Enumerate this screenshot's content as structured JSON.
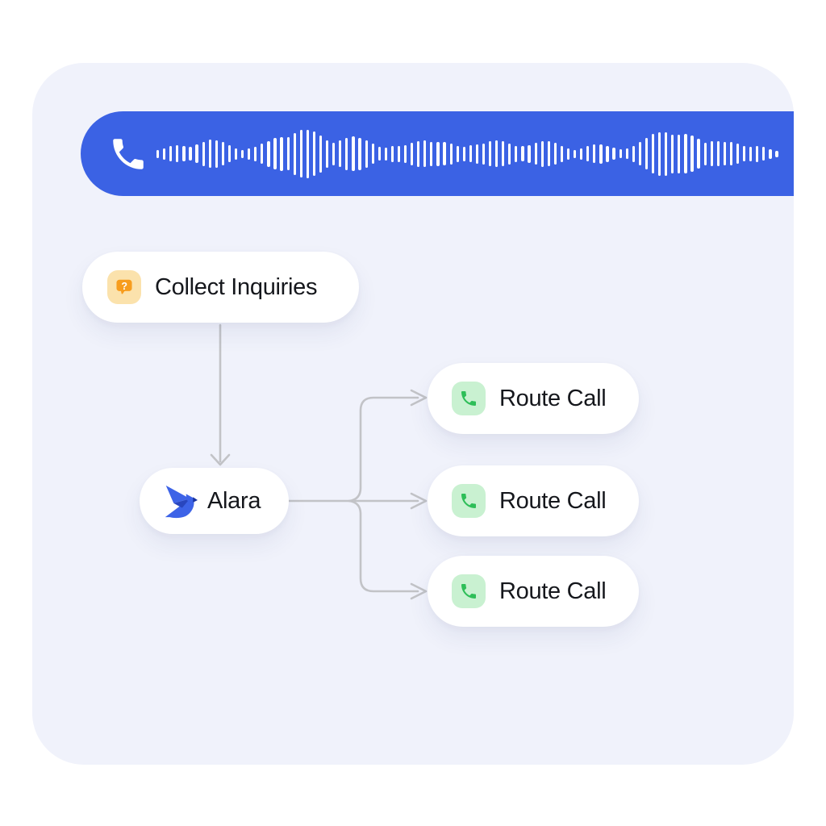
{
  "card": {
    "bg": "#F0F2FB"
  },
  "banner": {
    "icon": "phone",
    "bg": "#3B62E4",
    "waveform_color": "#FFFFFF",
    "waveform_bar_count": 96
  },
  "flow": {
    "nodes": {
      "collect": {
        "label": "Collect Inquiries",
        "icon": "question-bubble",
        "icon_bg": "#FBE2AC",
        "icon_color": "#F79D1E"
      },
      "alara": {
        "label": "Alara",
        "icon": "origami-bird",
        "icon_color": "#3D63E7"
      },
      "route_1": {
        "label": "Route Call",
        "icon": "phone",
        "icon_bg": "#C9F1D1",
        "icon_color": "#2EBE58"
      },
      "route_2": {
        "label": "Route Call",
        "icon": "phone",
        "icon_bg": "#C9F1D1",
        "icon_color": "#2EBE58"
      },
      "route_3": {
        "label": "Route Call",
        "icon": "phone",
        "icon_bg": "#C9F1D1",
        "icon_color": "#2EBE58"
      }
    },
    "edges": [
      {
        "from": "collect",
        "to": "alara"
      },
      {
        "from": "alara",
        "to": "route_1"
      },
      {
        "from": "alara",
        "to": "route_2"
      },
      {
        "from": "alara",
        "to": "route_3"
      }
    ],
    "connector_color": "#C2C3C7"
  },
  "colors": {
    "accent_blue": "#3B62E4",
    "text": "#15171C",
    "node_bg": "#FFFFFF",
    "question_orange": "#F79D1E",
    "question_bg": "#FBE2AC",
    "phone_green": "#2EBE58",
    "phone_green_bg": "#C9F1D1"
  }
}
